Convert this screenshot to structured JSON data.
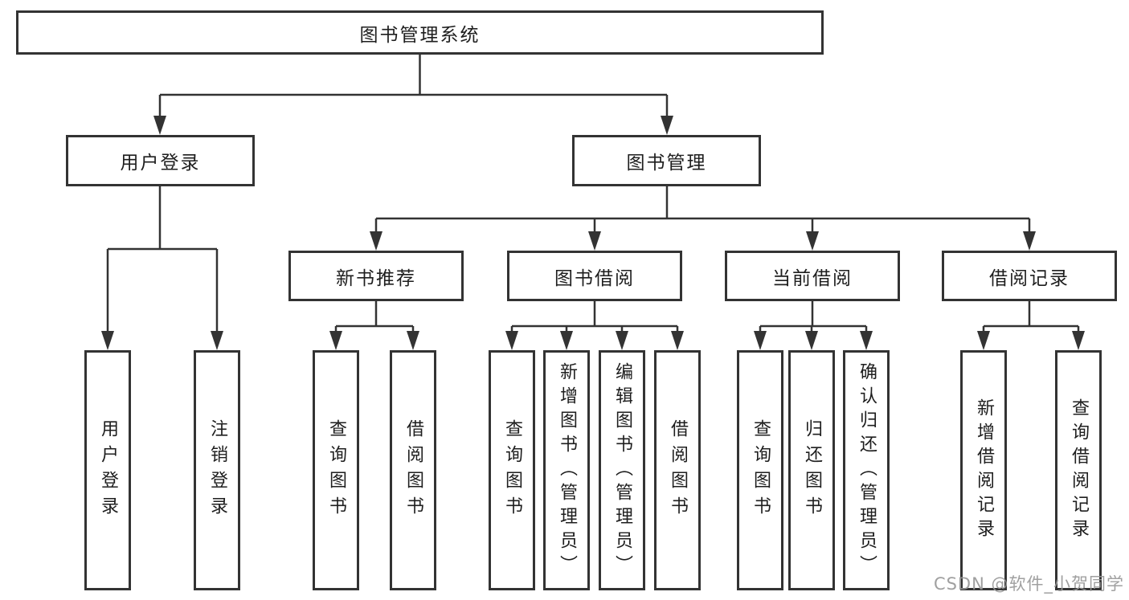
{
  "diagram_type": "hierarchy",
  "tree": {
    "label": "图书管理系统",
    "children": [
      {
        "label": "用户登录",
        "children": [
          {
            "label": "用户登录"
          },
          {
            "label": "注销登录"
          }
        ]
      },
      {
        "label": "图书管理",
        "children": [
          {
            "label": "新书推荐",
            "children": [
              {
                "label": "查询图书"
              },
              {
                "label": "借阅图书"
              }
            ]
          },
          {
            "label": "图书借阅",
            "children": [
              {
                "label": "查询图书"
              },
              {
                "label": "新增图书（管理员）"
              },
              {
                "label": "编辑图书（管理员）"
              },
              {
                "label": "借阅图书"
              }
            ]
          },
          {
            "label": "当前借阅",
            "children": [
              {
                "label": "查询图书"
              },
              {
                "label": "归还图书"
              },
              {
                "label": "确认归还（管理员）"
              }
            ]
          },
          {
            "label": "借阅记录",
            "children": [
              {
                "label": "新增借阅记录"
              },
              {
                "label": "查询借阅记录"
              }
            ]
          }
        ]
      }
    ]
  },
  "watermark": "CSDN @软件_小贺同学",
  "colors": {
    "line": "#333333",
    "box_border": "#333333",
    "box_background": "#ffffff",
    "text": "#1e1e1e",
    "watermark": "#989898"
  }
}
